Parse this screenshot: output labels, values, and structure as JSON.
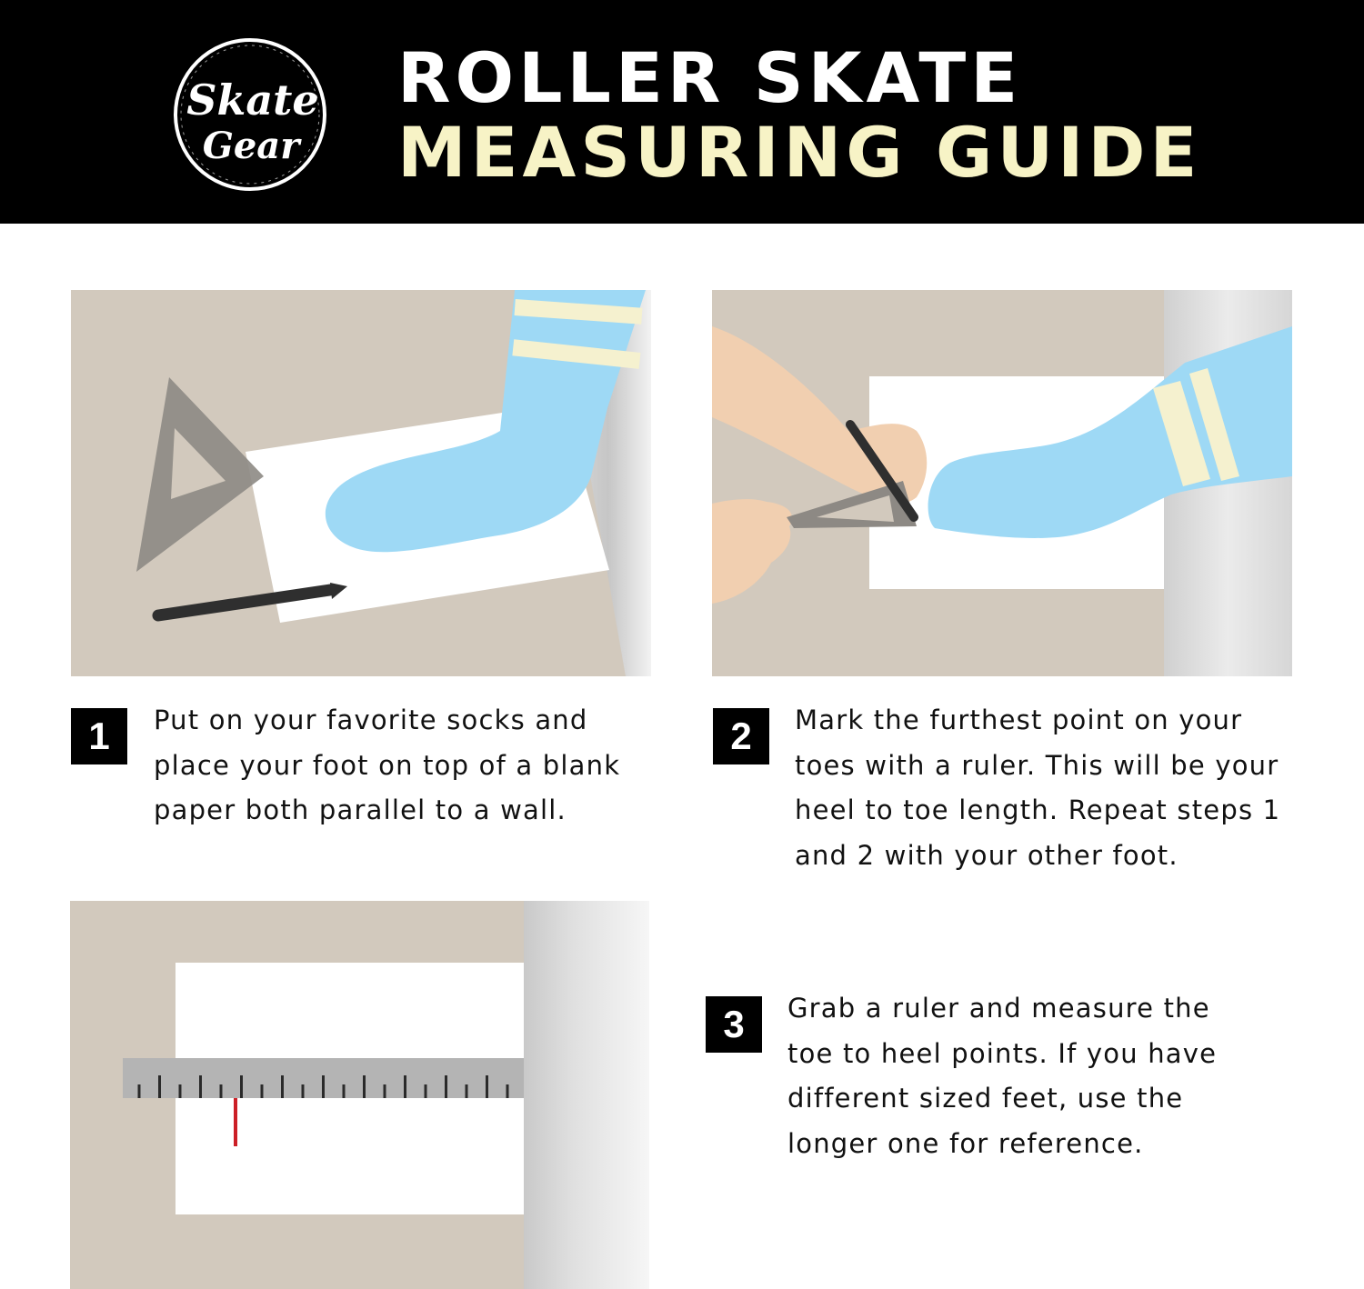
{
  "brand": {
    "logo_line1": "Skate",
    "logo_line2": "Gear"
  },
  "header": {
    "title_line1": "ROLLER SKATE",
    "title_line2": "MEASURING GUIDE"
  },
  "colors": {
    "header_bg": "#000000",
    "title_primary": "#ffffff",
    "title_accent": "#f7f3c6",
    "floor": "#d2c9bd",
    "sock": "#9ed9f5",
    "sock_stripe": "#f5f1cf",
    "skin": "#f1cfb0",
    "ruler_mark": "#cc1f26"
  },
  "steps": [
    {
      "number": "1",
      "illustration": "sock-foot-on-paper",
      "lines": [
        "Put on your favorite socks and",
        "place your foot on top of a blank",
        "paper both parallel to a wall."
      ]
    },
    {
      "number": "2",
      "illustration": "mark-toe-with-ruler",
      "lines": [
        "Mark the furthest point on your",
        "toes with a ruler. This will be your",
        "heel to toe length. Repeat steps 1",
        "and 2 with your other foot."
      ]
    },
    {
      "number": "3",
      "illustration": "measure-with-ruler",
      "lines": [
        "Grab a ruler and measure the",
        "toe to heel points. If you have",
        "different sized feet, use the",
        "longer one for reference."
      ]
    }
  ]
}
